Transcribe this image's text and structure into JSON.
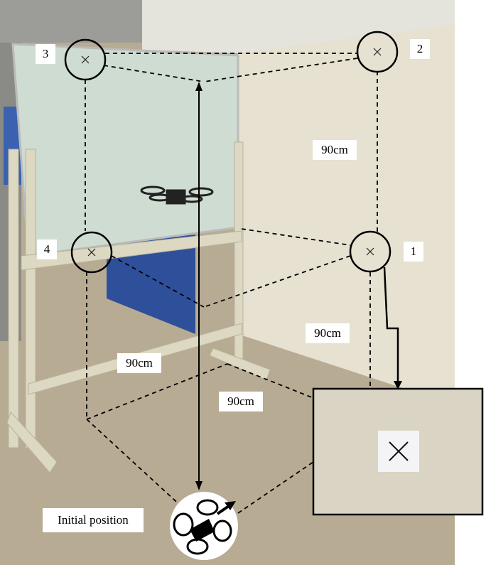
{
  "markers": [
    {
      "number": "1"
    },
    {
      "number": "2"
    },
    {
      "number": "3"
    },
    {
      "number": "4"
    }
  ],
  "distances": [
    "90cm",
    "90cm",
    "90cm",
    "90cm"
  ],
  "initial_position_label": "Initial position",
  "colors": {
    "annotation": "#000000",
    "label_bg": "#ffffff"
  }
}
